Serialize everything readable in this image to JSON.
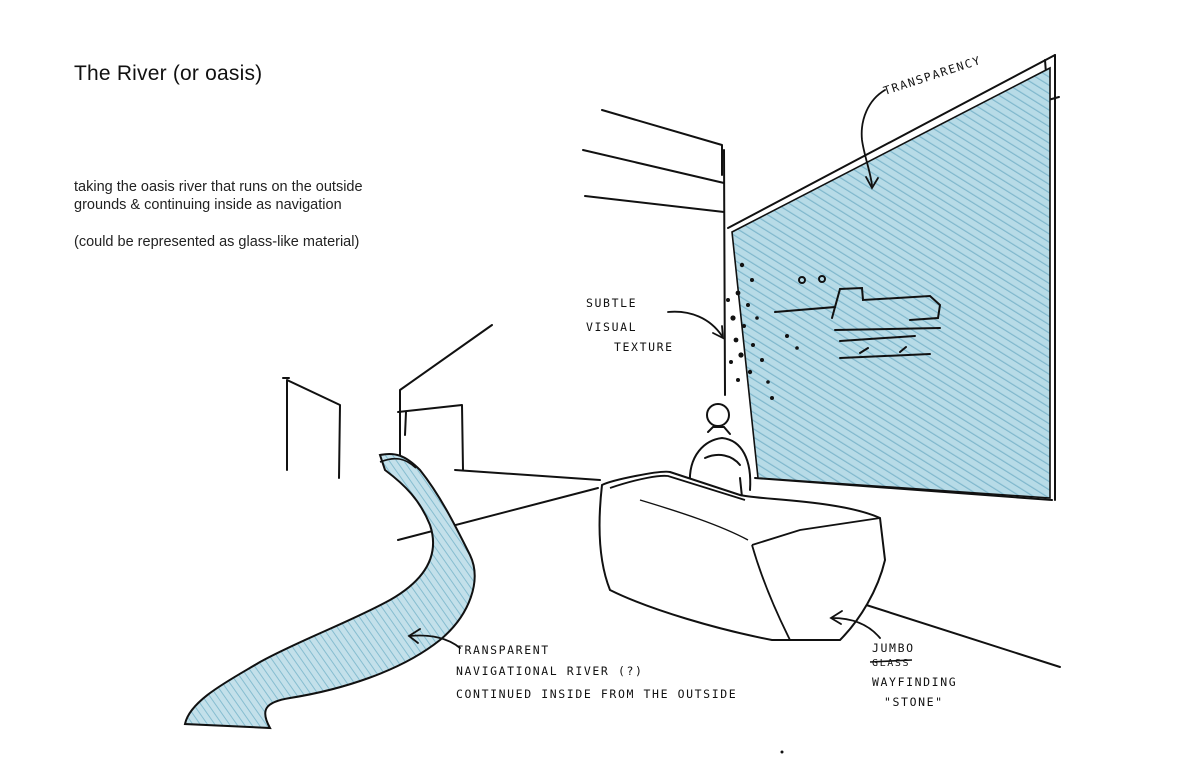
{
  "header": {
    "title": "The River (or oasis)",
    "description_line1": "taking the oasis river that runs on the outside",
    "description_line2": "grounds & continuing inside as navigation",
    "note": "(could be represented as glass-like material)"
  },
  "annotations": {
    "transparency": "TRANSPARENCY",
    "subtle_line1": "SUBTLE",
    "subtle_line2": "VISUAL",
    "subtle_line3": "TEXTURE",
    "river_line1": "TRANSPARENT",
    "river_line2": "NAVIGATIONAL RIVER (?)",
    "river_line3": "CONTINUED INSIDE FROM THE OUTSIDE",
    "stone_line1": "JUMBO",
    "stone_struck": "GLASS",
    "stone_line2": "WAYFINDING",
    "stone_line3": "\"STONE\""
  },
  "colors": {
    "ink": "#111111",
    "water": "#8fc3d6",
    "water_light": "#c3e0ea",
    "paper": "#ffffff"
  }
}
